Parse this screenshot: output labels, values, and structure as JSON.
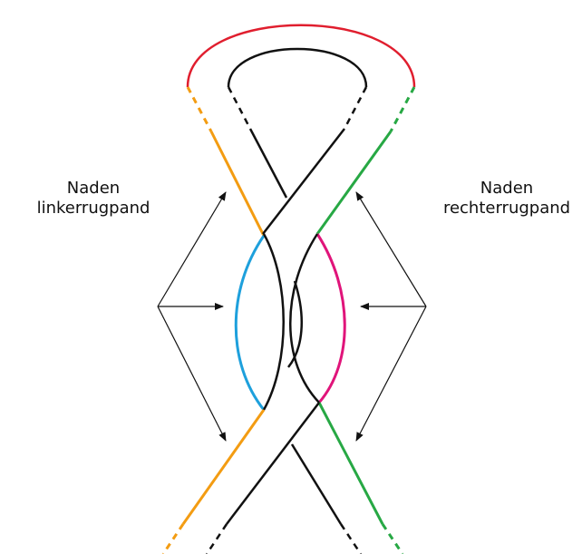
{
  "labels": {
    "left": {
      "line1": "Naden",
      "line2": "linkerrugpand"
    },
    "right": {
      "line1": "Naden",
      "line2": "rechterrugpand"
    }
  },
  "colors": {
    "top_loop": "#e01e2e",
    "inner": "#111111",
    "left_edge": "#f39c12",
    "left_bulge": "#1ea0dc",
    "right_edge": "#27a844",
    "right_bulge": "#e0147a",
    "arrow": "#111111"
  }
}
